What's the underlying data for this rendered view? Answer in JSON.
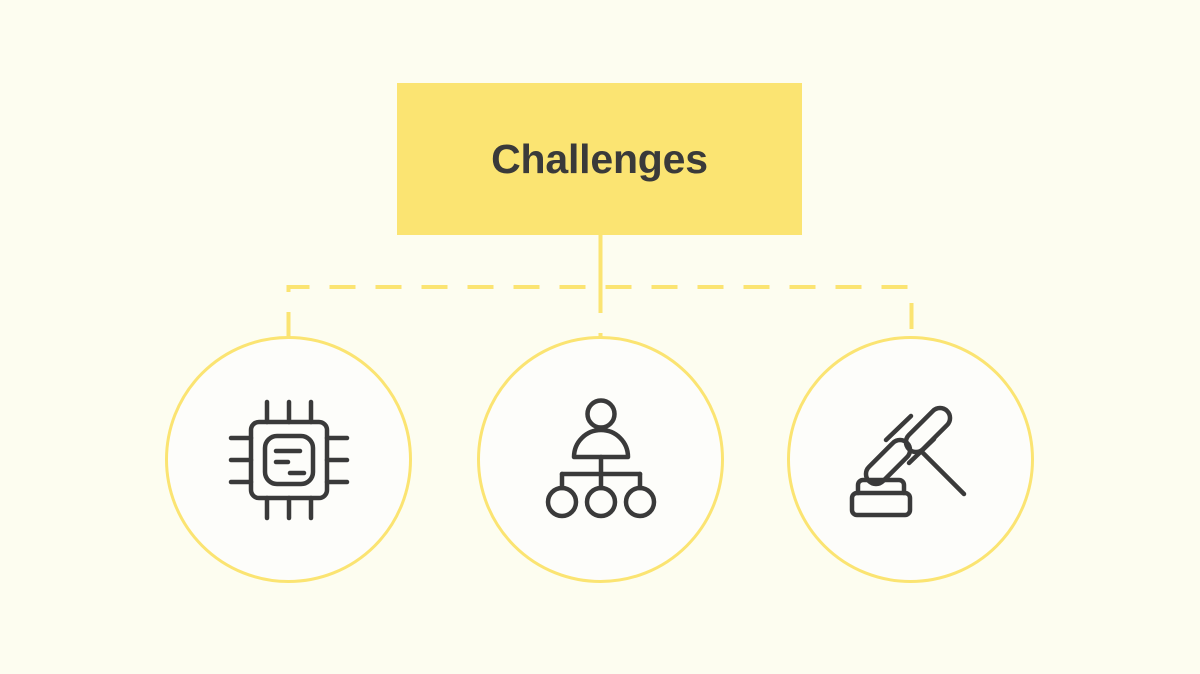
{
  "slide": {
    "background_color": "#FDFDF0",
    "accent_color": "#FBE472",
    "ink_color": "#3A3A3A",
    "circle_fill_color": "#FDFDFA"
  },
  "header": {
    "title": "Challenges"
  },
  "connector": {
    "style": "dashed",
    "color": "#FBE472",
    "branch_count": 3
  },
  "nodes": [
    {
      "id": "node-1",
      "icon": "cpu-chip-icon",
      "label": ""
    },
    {
      "id": "node-2",
      "icon": "org-chart-icon",
      "label": ""
    },
    {
      "id": "node-3",
      "icon": "gavel-icon",
      "label": ""
    }
  ]
}
